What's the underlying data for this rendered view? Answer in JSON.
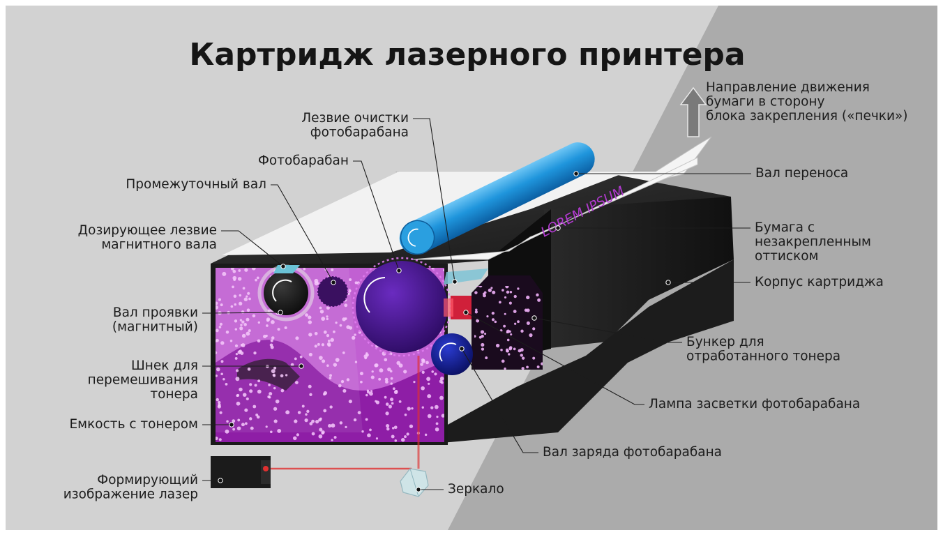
{
  "title": "Картридж лазерного принтера",
  "paper_text": "LOREM IPSUM",
  "labels": {
    "paper_direction": [
      "Направление движения",
      "бумаги в сторону",
      "блока закрепления («печки»)"
    ],
    "cleaning_blade": [
      "Лезвие очистки",
      "фотобарабана"
    ],
    "photodrum": [
      "Фотобарабан"
    ],
    "intermediate_roller": [
      "Промежуточный вал"
    ],
    "doctor_blade": [
      "Дозирующее лезвие",
      "магнитного вала"
    ],
    "developer_roller": [
      "Вал проявки",
      "(магнитный)"
    ],
    "auger": [
      "Шнек для",
      "перемешивания",
      "тонера"
    ],
    "toner_tank": [
      "Емкость с тонером"
    ],
    "laser": [
      "Формирующий",
      "изображение лазер"
    ],
    "transfer_roller": [
      "Вал переноса"
    ],
    "paper": [
      "Бумага с",
      "незакрепленным",
      "оттиском"
    ],
    "housing": [
      "Корпус картриджа"
    ],
    "waste_hopper": [
      "Бункер для",
      "отработанного тонера"
    ],
    "erase_lamp": [
      "Лампа засветки фотобарабана"
    ],
    "charge_roller": [
      "Вал заряда фотобарабана"
    ],
    "mirror": [
      "Зеркало"
    ]
  },
  "colors": {
    "background_light": "#d2d2d2",
    "background_dark": "#a9a9a9",
    "toner": "#c03ad0",
    "photodrum": "#4a1790",
    "transfer_roller": "#1c8fd6",
    "charge_roller": "#121a8c",
    "housing": "#1a1a1a",
    "laser_beam": "#e03030"
  }
}
